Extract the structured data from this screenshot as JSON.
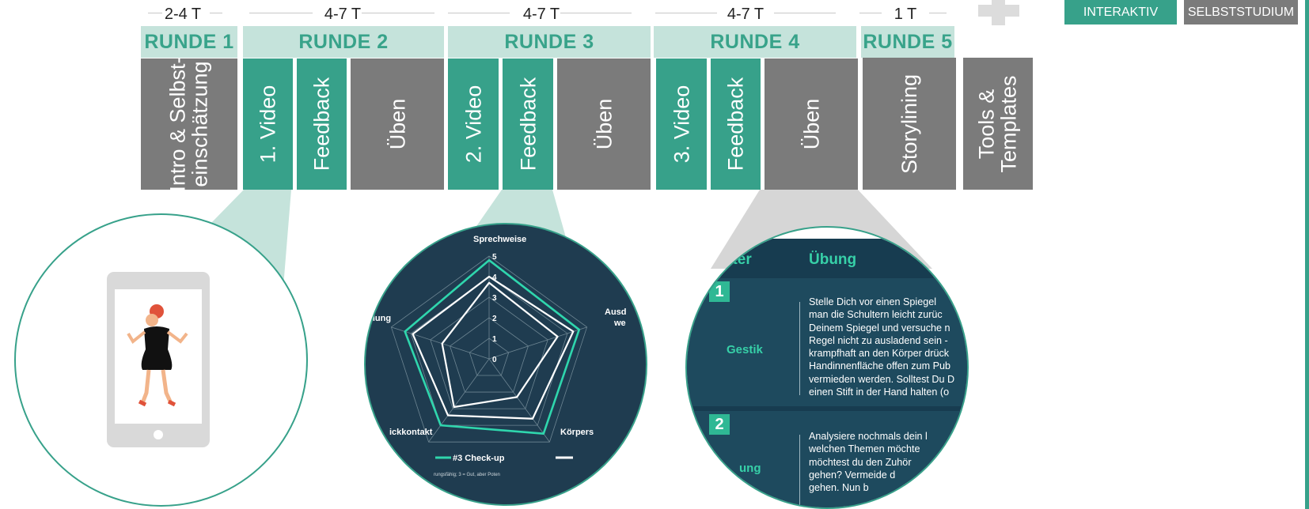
{
  "durations": [
    "2-4 T",
    "4-7 T",
    "4-7 T",
    "4-7 T",
    "1 T"
  ],
  "rounds": [
    "RUNDE 1",
    "RUNDE 2",
    "RUNDE 3",
    "RUNDE 4",
    "RUNDE 5"
  ],
  "blocks": {
    "intro": [
      "Intro & Selbst-",
      "einschätzung"
    ],
    "video1": "1. Video",
    "feedback1": "Feedback",
    "ueben1": "Üben",
    "video2": "2. Video",
    "feedback2": "Feedback",
    "ueben2": "Üben",
    "video3": "3. Video",
    "feedback3": "Feedback",
    "ueben3": "Üben",
    "storylining": "Storylining",
    "tools": [
      "Tools &",
      "Templates"
    ]
  },
  "legend": {
    "interaktiv": "INTERAKTIV",
    "selbststudium": "SELBSTSTUDIUM"
  },
  "colors": {
    "teal": "#37a18a",
    "gray": "#7b7b7b",
    "light_teal": "#c5e3db",
    "dark_bg": "#1e3d52"
  },
  "radar": {
    "axes": [
      "Sprechweise",
      "Ausdrucksweise",
      "Körpersprache",
      "Blickkontakt",
      "Wirkung / Erzählung"
    ],
    "visible_axis_labels": [
      "Sprechweise",
      "Ausd",
      "we",
      "Körpers",
      "ickkontakt",
      "ahlung"
    ],
    "ticks": [
      "5",
      "4",
      "3",
      "2",
      "1",
      "0"
    ],
    "legend_label": "#3 Check-up",
    "footnote": "rungsfähig; 3 = Gut, aber Poten"
  },
  "chart_data": {
    "type": "radar",
    "categories": [
      "Sprechweise",
      "Ausdrucksweise",
      "Körpersprache",
      "Blickkontakt",
      "Erzählung"
    ],
    "ylim": [
      0,
      5
    ],
    "series": [
      {
        "name": "#3 Check-up",
        "values": [
          4.8,
          4.6,
          4.5,
          4.0,
          4.3
        ]
      },
      {
        "values": [
          4.0,
          4.3,
          3.6,
          3.4,
          3.9
        ]
      },
      {
        "values": [
          3.7,
          3.5,
          2.3,
          2.9,
          2.4
        ]
      }
    ]
  },
  "exercise": {
    "header_param": "meter",
    "header_ubung": "Übung",
    "row1_num": "1",
    "row1_label": "Gestik",
    "row1_lines": [
      "Stelle Dich vor einen Spiegel",
      "man die Schultern leicht zurüc",
      "Deinem Spiegel und versuche n",
      "Regel nicht zu ausladend sein -",
      "krampfhaft an den Körper drück",
      "Handinnenfläche offen zum Pub",
      "vermieden werden. Solltest Du D",
      "einen Stift in der Hand halten (o"
    ],
    "row2_num": "2",
    "row2_label": "ung",
    "row2_lines": [
      "Analysiere nochmals dein l",
      "welchen Themen möchte",
      "möchtest du den Zuhör",
      "gehen? Vermeide d",
      "gehen. Nun b"
    ]
  }
}
